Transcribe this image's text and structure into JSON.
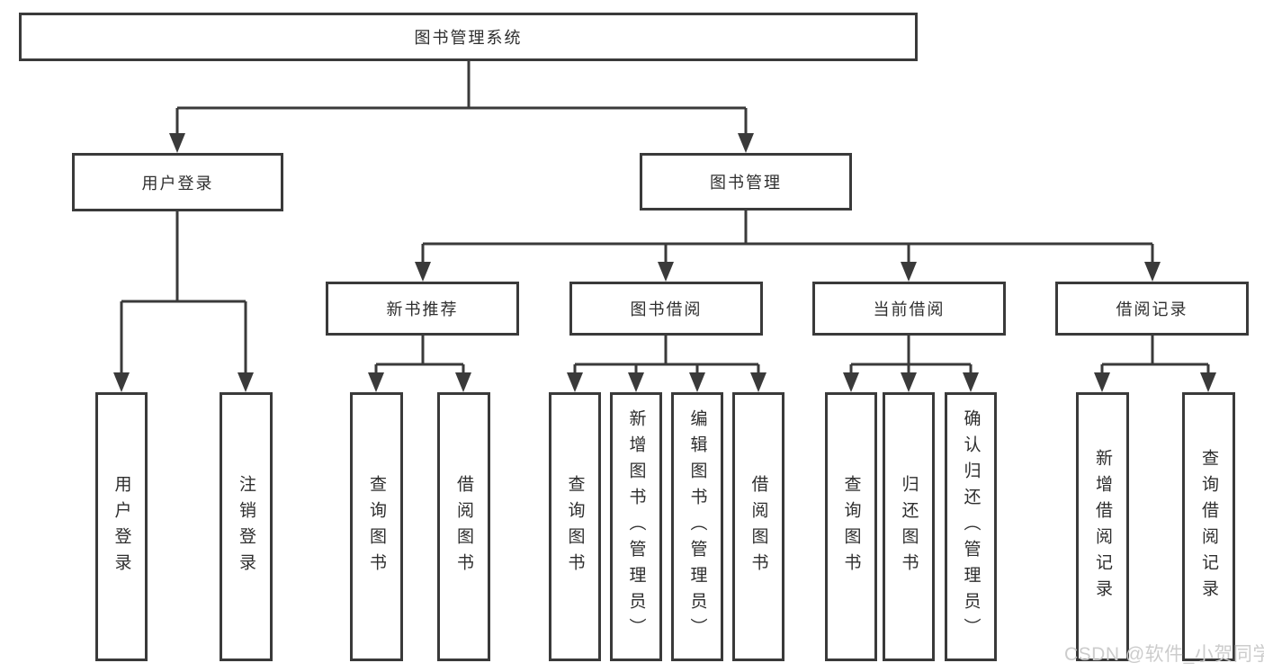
{
  "diagram": {
    "root": {
      "label": "图书管理系统"
    },
    "level1": [
      {
        "label": "用户登录"
      },
      {
        "label": "图书管理"
      }
    ],
    "level2": [
      {
        "label": "新书推荐"
      },
      {
        "label": "图书借阅"
      },
      {
        "label": "当前借阅"
      },
      {
        "label": "借阅记录"
      }
    ],
    "leaves": {
      "user_login": [
        {
          "label": "用户登录"
        },
        {
          "label": "注销登录"
        }
      ],
      "new_book": [
        {
          "label": "查询图书"
        },
        {
          "label": "借阅图书"
        }
      ],
      "book_borrow": [
        {
          "label": "查询图书"
        },
        {
          "label": "新增图书（管理员）"
        },
        {
          "label": "编辑图书（管理员）"
        },
        {
          "label": "借阅图书"
        }
      ],
      "current_borrow": [
        {
          "label": "查询图书"
        },
        {
          "label": "归还图书"
        },
        {
          "label": "确认归还（管理员）"
        }
      ],
      "borrow_record": [
        {
          "label": "新增借阅记录"
        },
        {
          "label": "查询借阅记录"
        }
      ]
    }
  },
  "colors": {
    "line": "#3a3a3a",
    "text": "#2e2e2e",
    "watermark": "#cccccc",
    "background": "#ffffff"
  },
  "watermark": {
    "text": "CSDN @软件_小贺同学"
  }
}
